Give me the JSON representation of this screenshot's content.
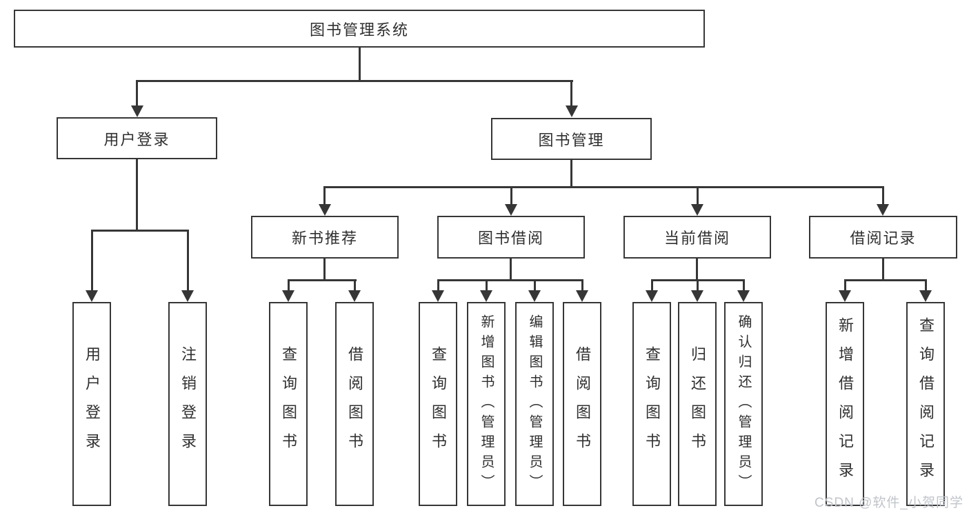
{
  "diagram": {
    "title": "图书管理系统",
    "level1": {
      "user_login": "用户登录",
      "book_management": "图书管理"
    },
    "level2": {
      "new_book": "新书推荐",
      "book_borrow": "图书借阅",
      "current_borrow": "当前借阅",
      "borrow_records": "借阅记录"
    },
    "leaves": {
      "user": [
        "用户登录",
        "注销登录"
      ],
      "new_book": [
        "查询图书",
        "借阅图书"
      ],
      "book_borrow": [
        "查询图书",
        "新增图书（管理员）",
        "编辑图书（管理员）",
        "借阅图书"
      ],
      "current_borrow": [
        "查询图书",
        "归还图书",
        "确认归还（管理员）"
      ],
      "borrow_records": [
        "新增借阅记录",
        "查询借阅记录"
      ]
    }
  },
  "watermark": {
    "text": "CSDN @软件_小贺同学"
  },
  "colors": {
    "line": "#363636",
    "text": "#2f2f2f",
    "watermark": "#c0c4ca",
    "background": "#ffffff"
  }
}
